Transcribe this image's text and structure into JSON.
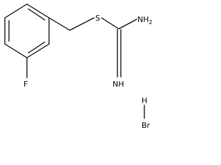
{
  "molecule": {
    "atoms": {
      "fluorine": "F",
      "sulfur": "S",
      "amine_top": "NH2",
      "imine": "NH",
      "hydrogen": "H",
      "bromine": "Br"
    }
  }
}
